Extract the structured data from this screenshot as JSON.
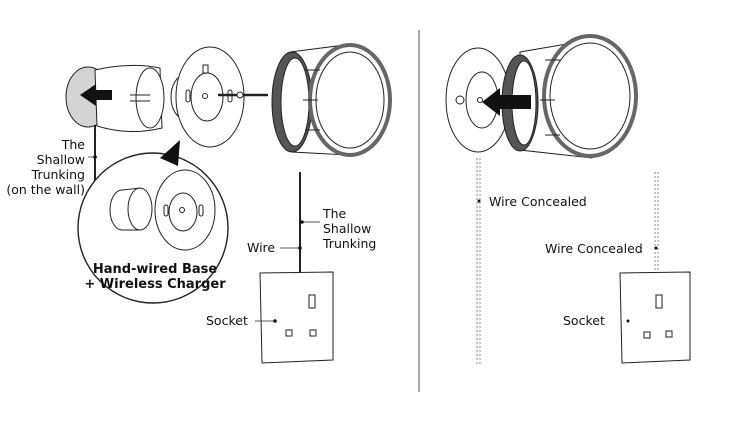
{
  "left_panel": {
    "trunking_wall_label": [
      "The",
      "Shallow",
      "Trunking",
      "(on the wall)"
    ],
    "callout_label": [
      "Hand-wired Base",
      "+ Wireless Charger"
    ],
    "wire_label": "Wire",
    "trunking_label": [
      "The",
      "Shallow",
      "Trunking"
    ],
    "socket_label": "Socket"
  },
  "right_panel": {
    "wire_concealed_top": "Wire Concealed",
    "wire_concealed_bottom": "Wire Concealed",
    "socket_label": "Socket"
  },
  "colors": {
    "line": "#222222",
    "wall_disc": "#d4d4d4",
    "knurl": "#555555"
  }
}
